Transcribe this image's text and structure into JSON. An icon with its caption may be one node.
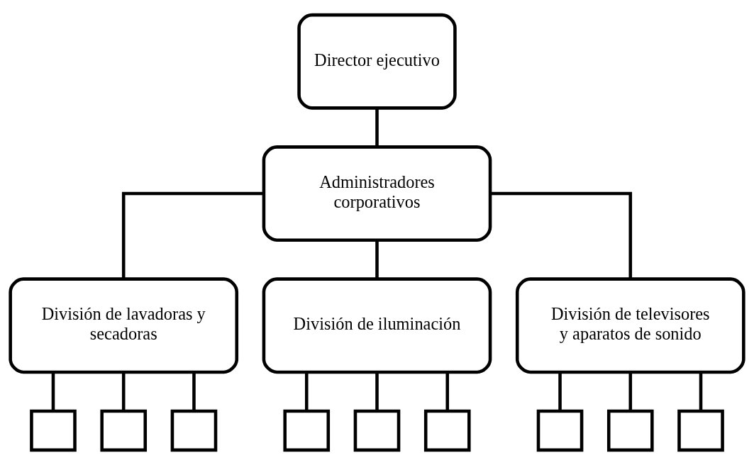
{
  "diagram": {
    "nodes": [
      {
        "text": [
          "Director ejecutivo"
        ]
      },
      {
        "text": [
          "Administradores corporativos"
        ]
      },
      {
        "text": [
          "División de lavadoras y secadoras"
        ]
      },
      {
        "text": [
          "División de iluminación"
        ]
      },
      {
        "text": [
          "División de televisores y aparatos de sonido"
        ]
      },
      {
        "text": [],
        "shape": "box"
      },
      {
        "text": [],
        "shape": "box"
      },
      {
        "text": [],
        "shape": "box"
      },
      {
        "text": [],
        "shape": "box"
      },
      {
        "text": [],
        "shape": "box"
      },
      {
        "text": [],
        "shape": "box"
      },
      {
        "text": [],
        "shape": "box"
      },
      {
        "text": [],
        "shape": "box"
      },
      {
        "text": [],
        "shape": "box"
      }
    ],
    "edges": [
      {
        "from": 0,
        "to": 1,
        "arrow": "none"
      },
      {
        "from": 1,
        "to": 2,
        "arrow": "none"
      },
      {
        "from": 1,
        "to": 3,
        "arrow": "none"
      },
      {
        "from": 1,
        "to": 4,
        "arrow": "none"
      },
      {
        "from": 2,
        "to": 5,
        "arrow": "none"
      },
      {
        "from": 2,
        "to": 6,
        "arrow": "none"
      },
      {
        "from": 2,
        "to": 7,
        "arrow": "none"
      },
      {
        "from": 3,
        "to": 8,
        "arrow": "none"
      },
      {
        "from": 3,
        "to": 9,
        "arrow": "none"
      },
      {
        "from": 3,
        "to": 10,
        "arrow": "none"
      },
      {
        "from": 4,
        "to": 11,
        "arrow": "none"
      },
      {
        "from": 4,
        "to": 12,
        "arrow": "none"
      },
      {
        "from": 4,
        "to": 13,
        "arrow": "none"
      }
    ]
  }
}
